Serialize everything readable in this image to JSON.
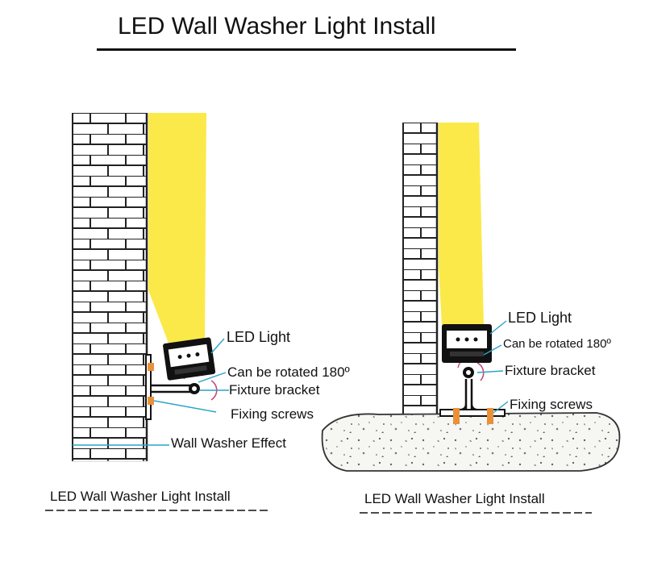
{
  "title": "LED Wall Washer Light Install",
  "left_diagram": {
    "led_light": "LED Light",
    "rotate_note": "Can be rotated 180º",
    "fixture_bracket": "Fixture bracket",
    "fixing_screws": "Fixing screws",
    "effect": "Wall Washer Effect",
    "caption": "LED Wall Washer Light Install"
  },
  "right_diagram": {
    "led_light": "LED Light",
    "rotate_note": "Can be rotated 180º",
    "fixture_bracket": "Fixture bracket",
    "fixing_screws": "Fixing screws",
    "caption": "LED Wall Washer Light Install"
  },
  "colors": {
    "light_beam": "#fbe94a",
    "leader_line": "#2aa3c6",
    "screw": "#e8913a",
    "rotation_arrow": "#c4497c"
  }
}
